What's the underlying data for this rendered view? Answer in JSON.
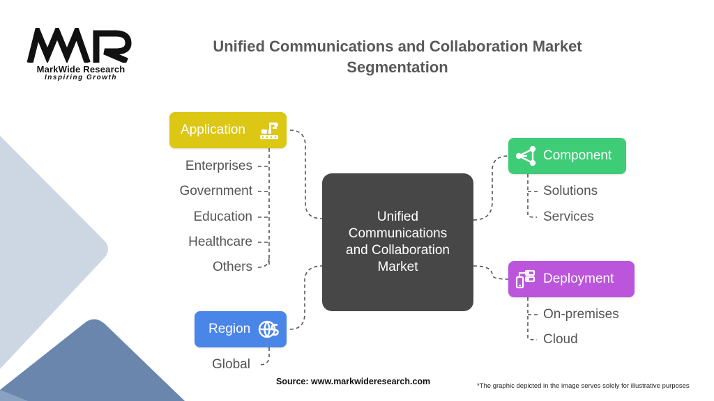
{
  "brand": {
    "name": "MarkWide Research",
    "tagline": "Inspiring Growth"
  },
  "title": {
    "line1": "Unified Communications and Collaboration Market",
    "line2": "Segmentation"
  },
  "center": {
    "lines": [
      "Unified",
      "Communications",
      "and Collaboration",
      "Market"
    ]
  },
  "segments": {
    "application": {
      "label": "Application",
      "color": "#dcc715",
      "icon": "robotic-arm-icon",
      "items": [
        "Enterprises",
        "Government",
        "Education",
        "Healthcare",
        "Others"
      ]
    },
    "component": {
      "label": "Component",
      "color": "#3fcc77",
      "icon": "network-triangle-icon",
      "items": [
        "Solutions",
        "Services"
      ]
    },
    "deployment": {
      "label": "Deployment",
      "color": "#bb55dc",
      "icon": "mobile-server-icon",
      "items": [
        "On-premises",
        "Cloud"
      ]
    },
    "region": {
      "label": "Region",
      "color": "#4a86e8",
      "icon": "globe-dollar-icon",
      "items": [
        "Global"
      ]
    }
  },
  "footer": {
    "source": "Source: www.markwideresearch.com",
    "disclaimer": "*The graphic depicted in the image serves solely for illustrative purposes"
  }
}
